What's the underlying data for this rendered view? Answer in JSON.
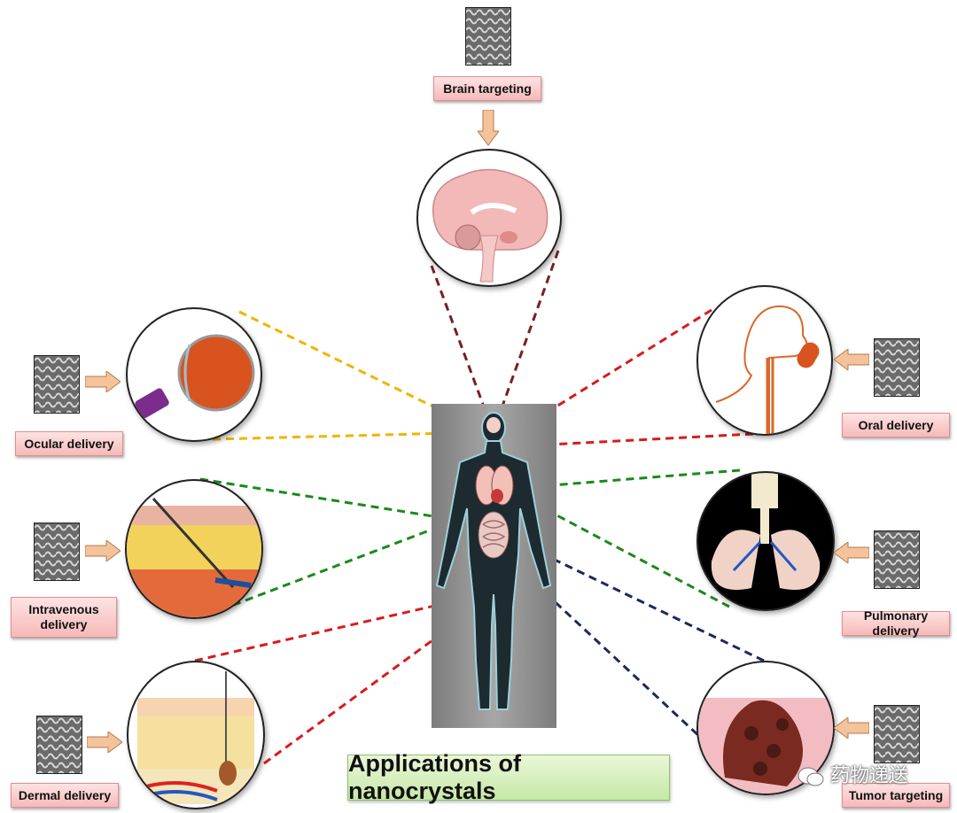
{
  "title": "Applications of nanocrystals",
  "labels": {
    "brain": "Brain targeting",
    "ocular": "Ocular delivery",
    "intravenous": "Intravenous delivery",
    "dermal": "Dermal delivery",
    "oral": "Oral delivery",
    "pulmonary": "Pulmonary delivery",
    "tumor": "Tumor targeting"
  },
  "watermark": "药物递送",
  "colors": {
    "brain_line": "#7a1f1f",
    "ocular_line": "#f0b400",
    "oral_line": "#d81b1b",
    "pulmonary_line": "#1a8a1a",
    "intravenous_line": "#1a8a1a",
    "dermal_line": "#d81b1b",
    "tumor_line": "#1b2a5c",
    "label_fill": "#f6b9b9",
    "title_fill": "#c7e8a8"
  },
  "icons": [
    "sem-image-icon",
    "right-arrow-icon",
    "down-arrow-icon",
    "human-body-icon",
    "wechat-icon"
  ]
}
